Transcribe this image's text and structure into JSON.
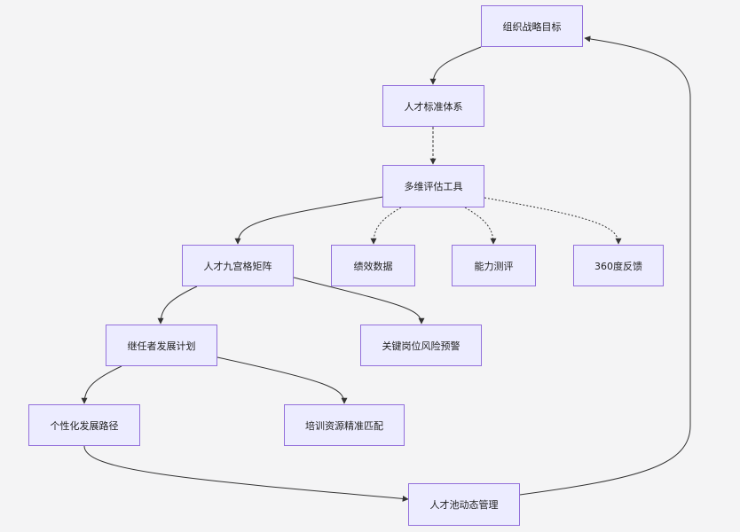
{
  "diagram": {
    "nodes": [
      {
        "id": "n1",
        "label": "组织战略目标"
      },
      {
        "id": "n2",
        "label": "人才标准体系"
      },
      {
        "id": "n3",
        "label": "多维评估工具"
      },
      {
        "id": "n4",
        "label": "人才九宫格矩阵"
      },
      {
        "id": "n5",
        "label": "绩效数据"
      },
      {
        "id": "n6",
        "label": "能力测评"
      },
      {
        "id": "n7",
        "label": "360度反馈"
      },
      {
        "id": "n8",
        "label": "继任者发展计划"
      },
      {
        "id": "n9",
        "label": "关键岗位风险预警"
      },
      {
        "id": "n10",
        "label": "个性化发展路径"
      },
      {
        "id": "n11",
        "label": "培训资源精准匹配"
      },
      {
        "id": "n12",
        "label": "人才池动态管理"
      }
    ],
    "edges": [
      {
        "from": "n1",
        "to": "n2",
        "style": "solid"
      },
      {
        "from": "n2",
        "to": "n3",
        "style": "dashed"
      },
      {
        "from": "n3",
        "to": "n4",
        "style": "solid"
      },
      {
        "from": "n3",
        "to": "n5",
        "style": "dotted"
      },
      {
        "from": "n3",
        "to": "n6",
        "style": "dotted"
      },
      {
        "from": "n3",
        "to": "n7",
        "style": "dotted"
      },
      {
        "from": "n4",
        "to": "n8",
        "style": "solid"
      },
      {
        "from": "n4",
        "to": "n9",
        "style": "solid"
      },
      {
        "from": "n8",
        "to": "n10",
        "style": "solid"
      },
      {
        "from": "n8",
        "to": "n11",
        "style": "solid"
      },
      {
        "from": "n10",
        "to": "n12",
        "style": "solid"
      },
      {
        "from": "n12",
        "to": "n1",
        "style": "solid"
      }
    ]
  }
}
